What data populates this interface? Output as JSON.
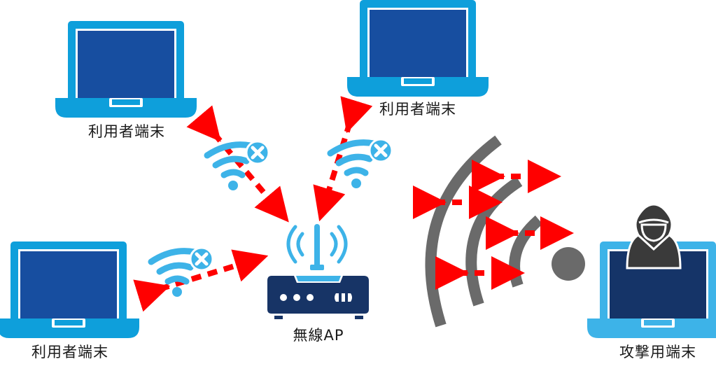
{
  "title": "Wireless AP jamming / rogue attack diagram",
  "nodes": {
    "user_top_left": {
      "label": "利用者端末",
      "icon": "laptop-icon"
    },
    "user_top_center": {
      "label": "利用者端末",
      "icon": "laptop-icon"
    },
    "user_bottom_left": {
      "label": "利用者端末",
      "icon": "laptop-icon"
    },
    "access_point": {
      "label": "無線AP",
      "icon": "wireless-router-icon"
    },
    "attacker": {
      "label": "攻撃用端末",
      "icon": "hacker-laptop-icon"
    }
  },
  "links": [
    {
      "from": "user_top_left",
      "to": "access_point",
      "status": "disconnected",
      "icon": "wifi-off-icon"
    },
    {
      "from": "user_top_center",
      "to": "access_point",
      "status": "disconnected",
      "icon": "wifi-off-icon"
    },
    {
      "from": "user_bottom_left",
      "to": "access_point",
      "status": "disconnected",
      "icon": "wifi-off-icon"
    }
  ],
  "jamming_signal": {
    "icon": "broadcast-waves-icon",
    "interference_arrows": 4
  },
  "colors": {
    "laptop_frame": "#0e9fdb",
    "laptop_screen": "#174ea0",
    "attacker_screen": "#153468",
    "router_body": "#173466",
    "router_accent": "#3db3e8",
    "wifi": "#3db3e8",
    "arrow": "#ff0000",
    "wave": "#6a6a6a",
    "hacker": "#3a3a3a"
  }
}
